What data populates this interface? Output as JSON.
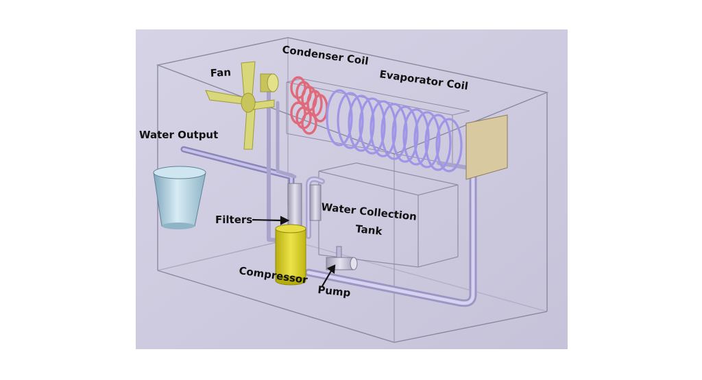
{
  "labels": {
    "fan": "Fan",
    "condenser_coil": "Condenser Coil",
    "evaporator_coil": "Evaporator Coil",
    "water_output": "Water Output",
    "filters": "Filters",
    "water_collection_tank_line1": "Water Collection",
    "water_collection_tank_line2": "Tank",
    "compressor": "Compressor",
    "pump": "Pump"
  },
  "colors": {
    "background": "#cfcce0",
    "box_edge": "#8a88a0",
    "fan_blade": "#d8d77a",
    "condenser_coil": "#e0697a",
    "evaporator_coil": "#9f95e6",
    "pipe": "#b7b2d8",
    "compressor": "#d9d020",
    "panel": "#d8c9a0",
    "cup": "#a8c8d8"
  }
}
